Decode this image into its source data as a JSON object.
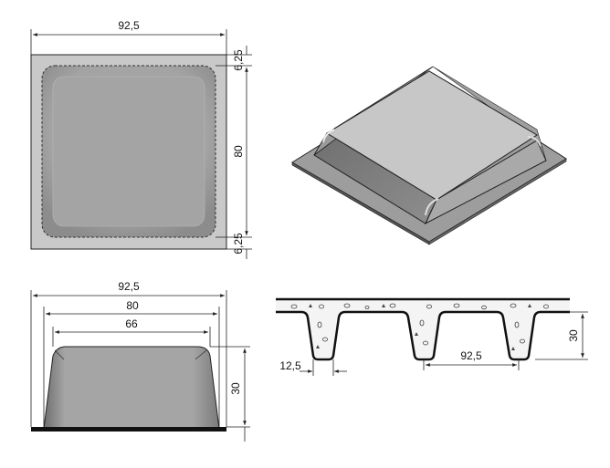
{
  "views": {
    "top": {
      "width_label": "92,5",
      "margin_top_label": "6,25",
      "inner_label": "80",
      "margin_bottom_label": "6,25"
    },
    "front": {
      "base_label": "92,5",
      "mid_label": "80",
      "top_label": "66",
      "height_label": "30"
    },
    "section": {
      "rib_label": "12,5",
      "spacing_label": "92,5",
      "height_label": "30"
    }
  },
  "colors": {
    "line": "#222222",
    "fill_light": "#c8c8c8",
    "fill_mid": "#a9a9a9",
    "fill_dark": "#8a8a8a"
  }
}
